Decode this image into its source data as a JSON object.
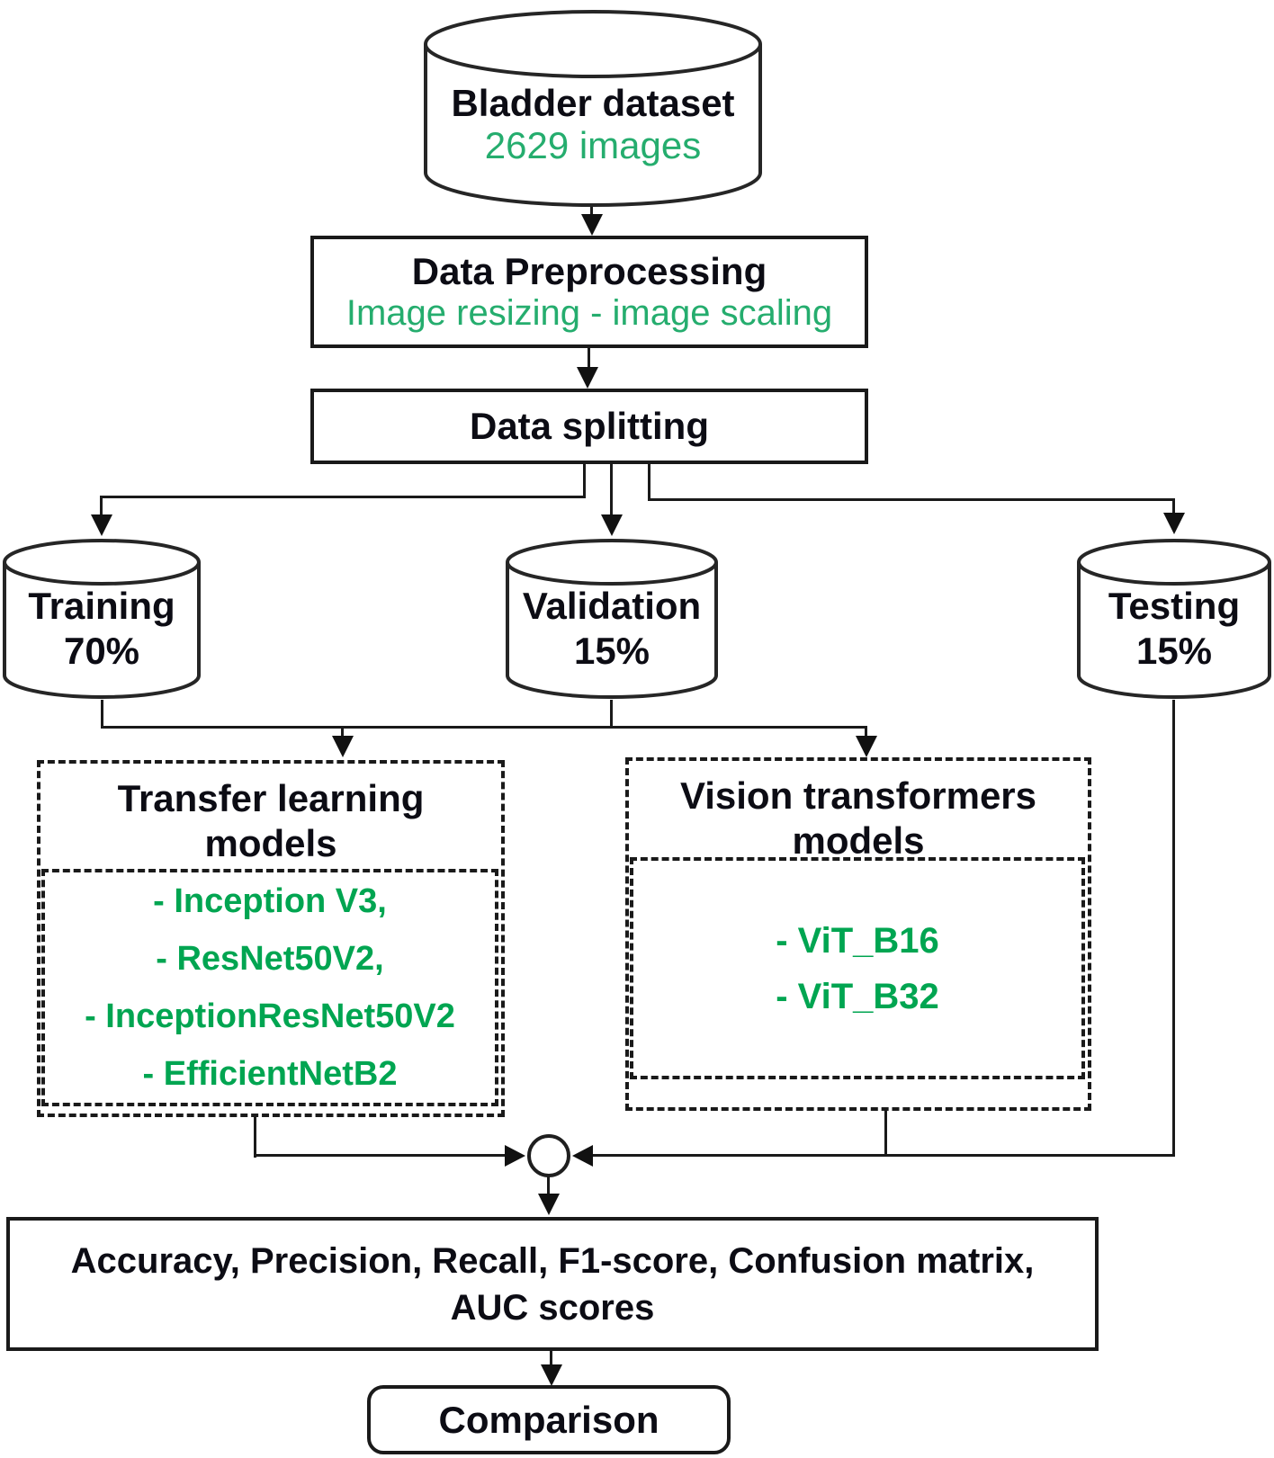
{
  "flow": {
    "dataset": {
      "title": "Bladder dataset",
      "subtitle": "2629 images"
    },
    "preprocessing": {
      "title": "Data Preprocessing",
      "subtitle": "Image resizing - image scaling"
    },
    "splitting": {
      "title": "Data splitting"
    },
    "splits": [
      {
        "name": "Training",
        "pct": "70%"
      },
      {
        "name": "Validation",
        "pct": "15%"
      },
      {
        "name": "Testing",
        "pct": "15%"
      }
    ],
    "model_groups": [
      {
        "title1": "Transfer learning",
        "title2": "models",
        "items": [
          "- Inception V3,",
          "- ResNet50V2,",
          "- InceptionResNet50V2",
          "- EfficientNetB2"
        ]
      },
      {
        "title1": "Vision transformers",
        "title2": "models",
        "items": [
          "- ViT_B16",
          "- ViT_B32"
        ]
      }
    ],
    "evaluation": {
      "line1": "Accuracy, Precision, Recall, F1-score, Confusion matrix,",
      "line2": "AUC scores"
    },
    "comparison": {
      "label": "Comparison"
    },
    "colors": {
      "green_bold": "#00A551",
      "green_regular": "#25AD6E",
      "line": "#1a1a1a",
      "text": "#0c0c14",
      "background": "#ffffff"
    }
  }
}
